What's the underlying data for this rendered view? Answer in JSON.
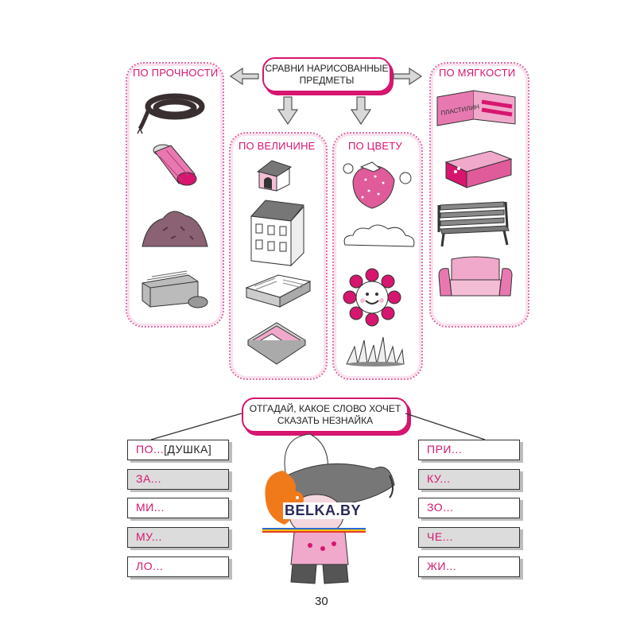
{
  "header_bubble": {
    "line1": "СРАВНИ НАРИСОВАННЫЕ",
    "line2": "ПРЕДМЕТЫ"
  },
  "categories": {
    "strength": "ПО ПРОЧНОСТИ",
    "softness": "ПО МЯГКОСТИ",
    "size": "ПО ВЕЛИЧИНЕ",
    "color": "ПО ЦВЕТУ"
  },
  "strength_items": [
    "rope",
    "thread spool",
    "soil pile",
    "stone block"
  ],
  "softness_items": [
    "plasticine box",
    "brick",
    "bench",
    "armchair"
  ],
  "size_items": [
    "doghouse",
    "house",
    "book",
    "magazine"
  ],
  "color_items": [
    "strawberry",
    "cloud",
    "flower",
    "grass"
  ],
  "matchbox_label": "ПЛАСТИЛИН",
  "riddle_bubble": {
    "line1": "ОТГАДАЙ, КАКОЕ СЛОВО ХОЧЕТ",
    "line2": "СКАЗАТЬ НЕЗНАЙКА"
  },
  "left_words": [
    {
      "prefix": "ПО...",
      "example": "[ДУШКА]"
    },
    {
      "prefix": "ЗА...",
      "example": ""
    },
    {
      "prefix": "МИ...",
      "example": ""
    },
    {
      "prefix": "МУ...",
      "example": ""
    },
    {
      "prefix": "ЛО...",
      "example": ""
    }
  ],
  "right_words": [
    "ПРИ...",
    "КУ...",
    "ЗО...",
    "ЧЕ...",
    "ЖИ..."
  ],
  "watermark": "BELKA.BY",
  "page_number": "30",
  "colors": {
    "accent": "#d6166f",
    "pink": "#e879b0",
    "light_pink": "#fbe1ee",
    "grey_box": "#dcdcdc"
  }
}
